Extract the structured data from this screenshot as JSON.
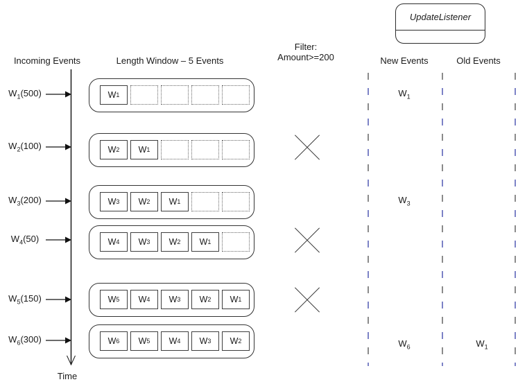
{
  "listener": {
    "title": "UpdateListener"
  },
  "headers": {
    "incoming": "Incoming Events",
    "window": "Length Window – 5 Events",
    "filter_line1": "Filter:",
    "filter_line2": "Amount>=200",
    "new_events": "New Events",
    "old_events": "Old Events"
  },
  "time_axis": {
    "label": "Time"
  },
  "window_capacity": 5,
  "rows": [
    {
      "incoming": {
        "base": "W",
        "sub": "1",
        "amount": "(500)"
      },
      "window": [
        {
          "base": "W",
          "sub": "1"
        }
      ],
      "passes_filter": true,
      "new_event": {
        "base": "W",
        "sub": "1"
      },
      "old_event": null
    },
    {
      "incoming": {
        "base": "W",
        "sub": "2",
        "amount": "(100)"
      },
      "window": [
        {
          "base": "W",
          "sub": "2"
        },
        {
          "base": "W",
          "sub": "1"
        }
      ],
      "passes_filter": false,
      "new_event": null,
      "old_event": null
    },
    {
      "incoming": {
        "base": "W",
        "sub": "3",
        "amount": "(200)"
      },
      "window": [
        {
          "base": "W",
          "sub": "3"
        },
        {
          "base": "W",
          "sub": "2"
        },
        {
          "base": "W",
          "sub": "1"
        }
      ],
      "passes_filter": true,
      "new_event": {
        "base": "W",
        "sub": "3"
      },
      "old_event": null
    },
    {
      "incoming": {
        "base": "W",
        "sub": "4",
        "amount": "(50)"
      },
      "window": [
        {
          "base": "W",
          "sub": "4"
        },
        {
          "base": "W",
          "sub": "3"
        },
        {
          "base": "W",
          "sub": "2"
        },
        {
          "base": "W",
          "sub": "1"
        }
      ],
      "passes_filter": false,
      "new_event": null,
      "old_event": null
    },
    {
      "incoming": {
        "base": "W",
        "sub": "5",
        "amount": "(150)"
      },
      "window": [
        {
          "base": "W",
          "sub": "5"
        },
        {
          "base": "W",
          "sub": "4"
        },
        {
          "base": "W",
          "sub": "3"
        },
        {
          "base": "W",
          "sub": "2"
        },
        {
          "base": "W",
          "sub": "1"
        }
      ],
      "passes_filter": false,
      "new_event": null,
      "old_event": null
    },
    {
      "incoming": {
        "base": "W",
        "sub": "6",
        "amount": "(300)"
      },
      "window": [
        {
          "base": "W",
          "sub": "6"
        },
        {
          "base": "W",
          "sub": "5"
        },
        {
          "base": "W",
          "sub": "4"
        },
        {
          "base": "W",
          "sub": "3"
        },
        {
          "base": "W",
          "sub": "2"
        }
      ],
      "passes_filter": true,
      "new_event": {
        "base": "W",
        "sub": "6"
      },
      "old_event": {
        "base": "W",
        "sub": "1"
      }
    }
  ],
  "colors": {
    "dash_blue": "#5c63b8",
    "dash_gray": "#6e6e6e",
    "line": "#1a1a1a"
  }
}
